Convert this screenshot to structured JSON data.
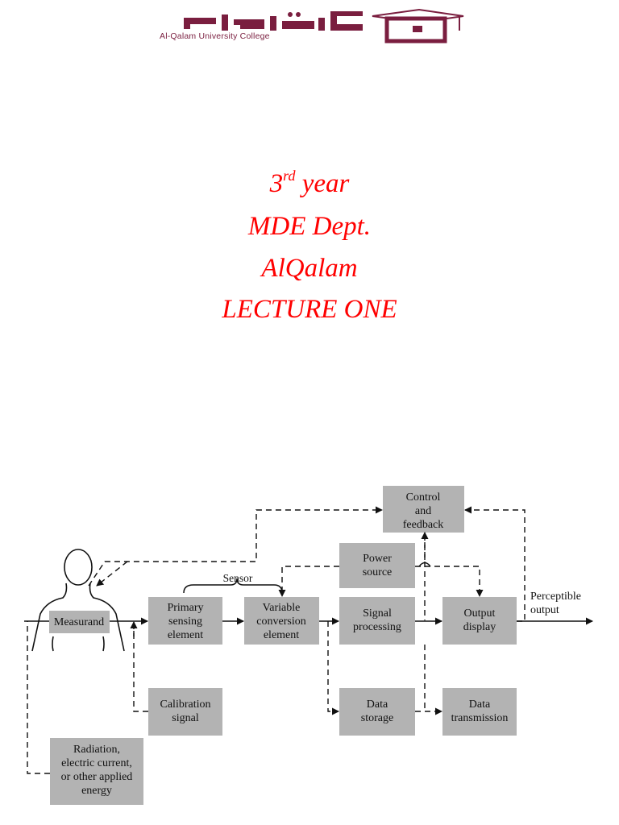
{
  "header": {
    "logo_arabic": "القلم",
    "logo_caption": "Al-Qalam University College"
  },
  "title": {
    "year_num": "3",
    "year_sup": "rd",
    "year_word": " year",
    "line2": "MDE Dept.",
    "line3": "AlQalam",
    "line4": "LECTURE ONE"
  },
  "diagram": {
    "measurand": "Measurand",
    "sensor_label": "Sensor",
    "primary": [
      "Primary",
      "sensing",
      "element"
    ],
    "variable": [
      "Variable",
      "conversion",
      "element"
    ],
    "signal": [
      "Signal",
      "processing"
    ],
    "output": [
      "Output",
      "display"
    ],
    "power": [
      "Power",
      "source"
    ],
    "control": [
      "Control",
      "and",
      "feedback"
    ],
    "calibration": [
      "Calibration",
      "signal"
    ],
    "storage": [
      "Data",
      "storage"
    ],
    "transmission": [
      "Data",
      "transmission"
    ],
    "radiation": [
      "Radiation,",
      "electric current,",
      "or other applied",
      "energy"
    ],
    "perceptible": [
      "Perceptible",
      "output"
    ]
  },
  "colors": {
    "title": "#ff0000",
    "box_fill": "#b3b3b3",
    "logo": "#7a1e3f"
  }
}
